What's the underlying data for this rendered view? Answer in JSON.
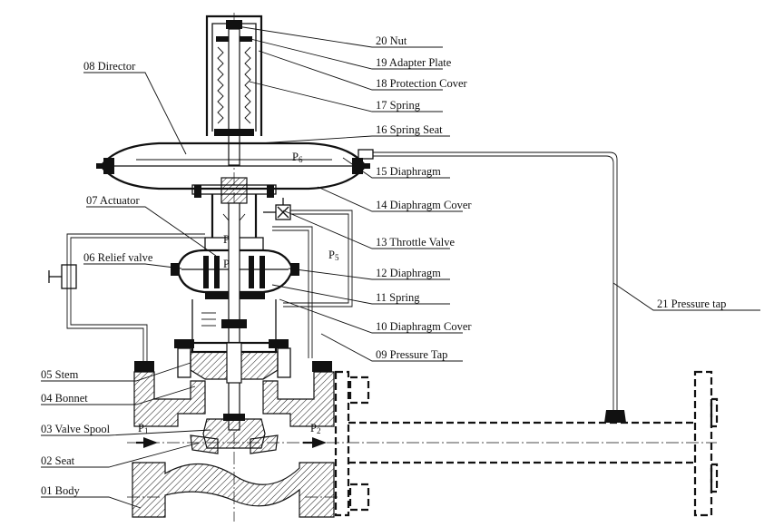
{
  "callouts": [
    {
      "id": "20",
      "text": "20 Nut"
    },
    {
      "id": "19",
      "text": "19 Adapter Plate"
    },
    {
      "id": "18",
      "text": "18 Protection Cover"
    },
    {
      "id": "17",
      "text": "17 Spring"
    },
    {
      "id": "16",
      "text": "16 Spring Seat"
    },
    {
      "id": "15",
      "text": "15 Diaphragm"
    },
    {
      "id": "14",
      "text": "14 Diaphragm Cover"
    },
    {
      "id": "13",
      "text": "13 Throttle Valve"
    },
    {
      "id": "12",
      "text": "12 Diaphragm"
    },
    {
      "id": "11",
      "text": "11 Spring"
    },
    {
      "id": "10",
      "text": "10 Diaphragm Cover"
    },
    {
      "id": "09",
      "text": "09 Pressure  Tap"
    },
    {
      "id": "21",
      "text": "21 Pressure  tap"
    },
    {
      "id": "08",
      "text": "08 Director"
    },
    {
      "id": "07",
      "text": "07 Actuator"
    },
    {
      "id": "06",
      "text": "06 Relief valve"
    },
    {
      "id": "05",
      "text": "05 Stem"
    },
    {
      "id": "04",
      "text": "04 Bonnet"
    },
    {
      "id": "03",
      "text": "03 Valve Spool"
    },
    {
      "id": "02",
      "text": "02 Seat"
    },
    {
      "id": "01",
      "text": "01 Body"
    }
  ],
  "pressure_labels": [
    {
      "main": "P",
      "sub": "6"
    },
    {
      "main": "P",
      "sub": "5"
    },
    {
      "main": "P",
      "sub": "4"
    },
    {
      "main": "P",
      "sub": "3"
    },
    {
      "main": "P",
      "sub": "1"
    },
    {
      "main": "P",
      "sub": "2"
    }
  ]
}
